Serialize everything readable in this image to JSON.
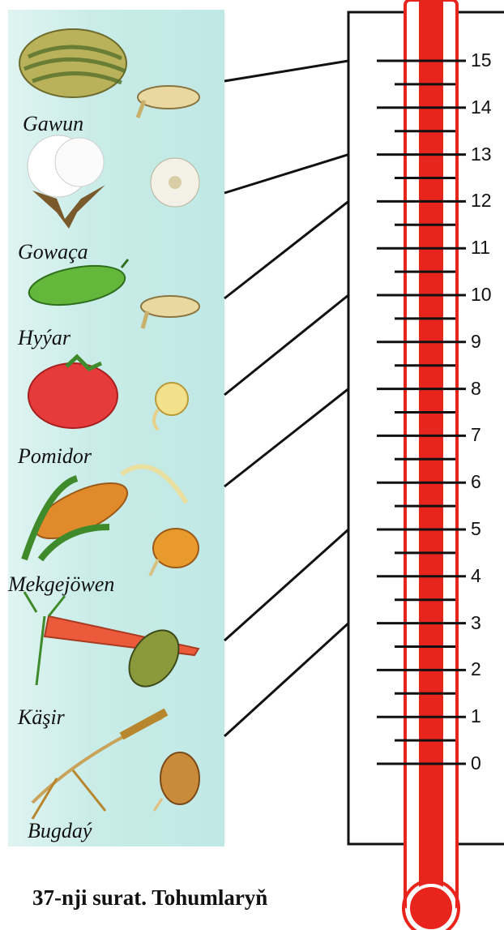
{
  "plants": [
    {
      "name": "Gawun",
      "scale_value": 15,
      "icon": "melon-and-seed"
    },
    {
      "name": "Gowaça",
      "scale_value": 13,
      "icon": "cotton-and-seed"
    },
    {
      "name": "Hyýar",
      "scale_value": 12,
      "icon": "cucumber-and-seed"
    },
    {
      "name": "Pomidor",
      "scale_value": 10,
      "icon": "tomato-and-seed"
    },
    {
      "name": "Mekgejöwen",
      "scale_value": 8,
      "icon": "corn-and-seed"
    },
    {
      "name": "Käşir",
      "scale_value": 5,
      "icon": "carrot-and-seed"
    },
    {
      "name": "Bugdaý",
      "scale_value": 3,
      "icon": "wheat-and-seed"
    }
  ],
  "thermometer": {
    "ticks": [
      "0",
      "1",
      "2",
      "3",
      "4",
      "5",
      "6",
      "7",
      "8",
      "9",
      "10",
      "11",
      "12",
      "13",
      "14",
      "15"
    ],
    "mercury_color": "#e8251c"
  },
  "caption": "37-nji surat. Tohumlaryň"
}
